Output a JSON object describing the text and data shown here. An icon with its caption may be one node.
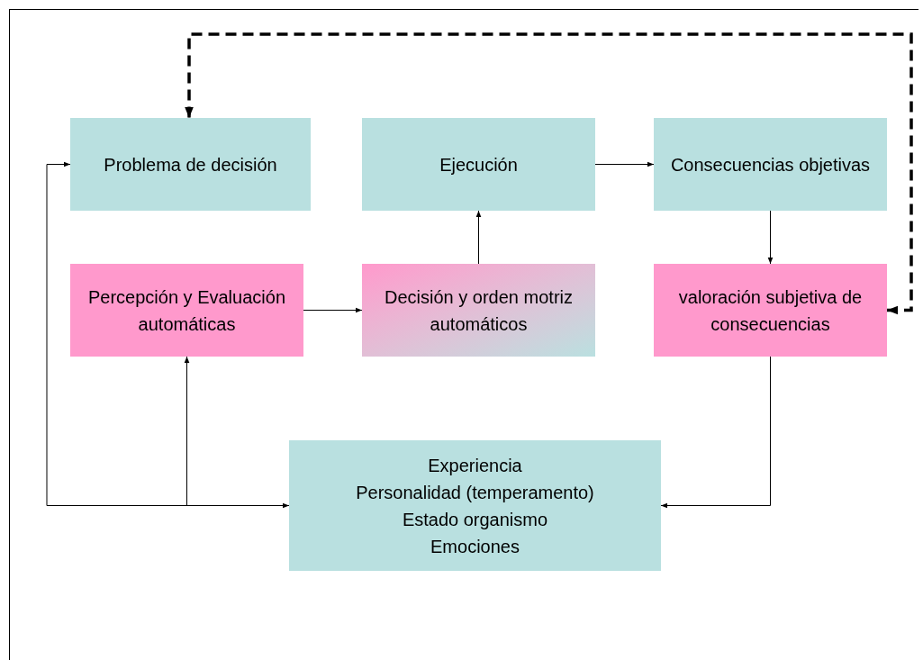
{
  "diagram": {
    "nodes": [
      {
        "text": [
          "Problema de decisión"
        ]
      },
      {
        "text": [
          "Ejecución"
        ]
      },
      {
        "text": [
          "Consecuencias objetivas"
        ]
      },
      {
        "text": [
          "Percepción y Evaluación automáticas"
        ]
      },
      {
        "text": [
          "Decisión y orden motriz automáticos"
        ]
      },
      {
        "text": [
          "valoración subjetiva de consecuencias"
        ]
      },
      {
        "text": [
          "Experiencia",
          "Personalidad (temperamento)",
          "Estado organismo",
          "Emociones"
        ]
      }
    ],
    "edges": [
      {
        "from": 3,
        "to": 4,
        "arrow": "to"
      },
      {
        "from": 4,
        "to": 1,
        "arrow": "to"
      },
      {
        "from": 1,
        "to": 2,
        "arrow": "to"
      },
      {
        "from": 2,
        "to": 5,
        "arrow": "to"
      },
      {
        "from": 5,
        "to": 6,
        "arrow": "to"
      },
      {
        "from": 6,
        "to": 0,
        "arrow": "both"
      },
      {
        "from": 6,
        "to": 3,
        "arrow": "to"
      },
      {
        "from": 5,
        "to": 0,
        "arrow": "both",
        "style": "dashed"
      }
    ]
  }
}
